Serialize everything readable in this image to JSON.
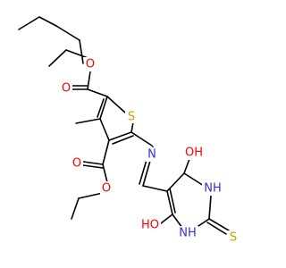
{
  "diagram": {
    "type": "chemical-structure",
    "colors": {
      "bond": "#000000",
      "oxygen": "#ff0000",
      "nitrogen": "#3030e0",
      "sulfur": "#c8a200"
    },
    "atom_labels": {
      "o_ester_top_carbonyl": "O",
      "o_ester_top_ether": "O",
      "s_thiophene": "S",
      "n_imine": "N",
      "o_ester_bottom_carbonyl": "O",
      "o_ester_bottom_ether": "O",
      "oh_top": "OH",
      "nh_right": "NH",
      "nh_bottom": "NH",
      "s_thione": "S",
      "ho_bottom": "HO"
    }
  }
}
